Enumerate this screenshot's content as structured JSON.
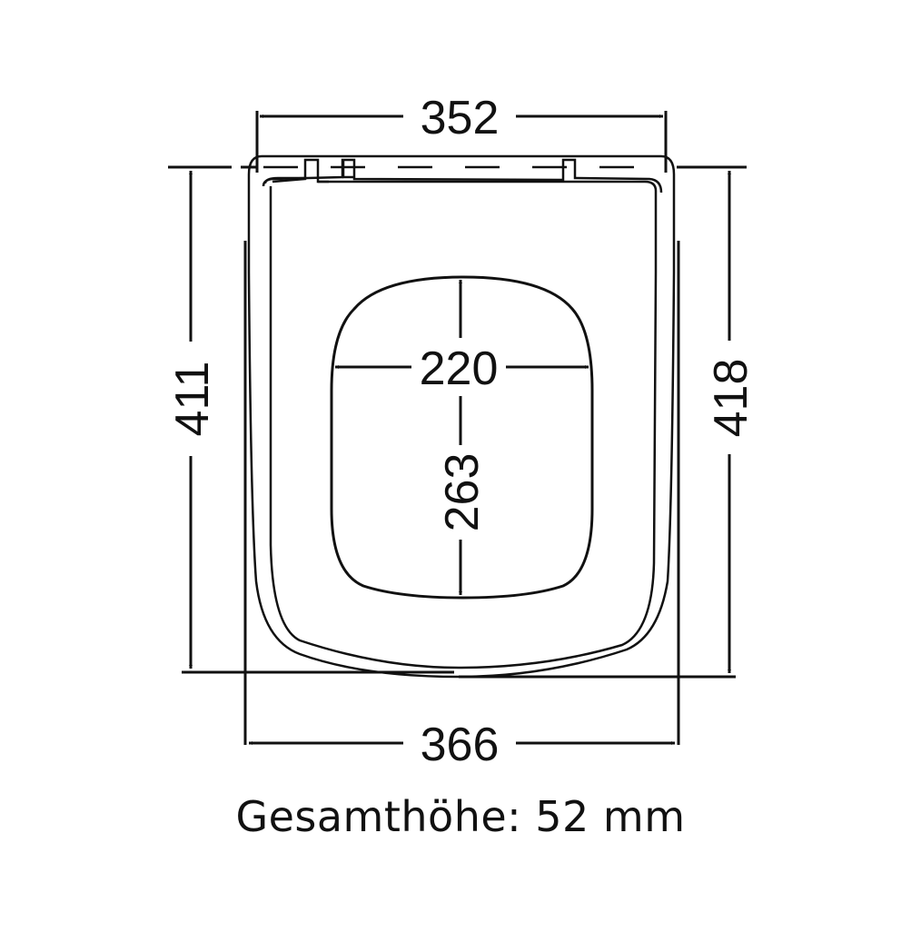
{
  "diagram": {
    "subject": "toilet seat top-view dimension drawing",
    "unit": "mm",
    "dimensions": {
      "top_width": "352",
      "bottom_width": "366",
      "left_height": "411",
      "right_height": "418",
      "opening_width": "220",
      "opening_length": "263"
    },
    "caption": "Gesamthöhe: 52 mm",
    "colors": {
      "line": "#111111",
      "background": "#ffffff"
    }
  }
}
